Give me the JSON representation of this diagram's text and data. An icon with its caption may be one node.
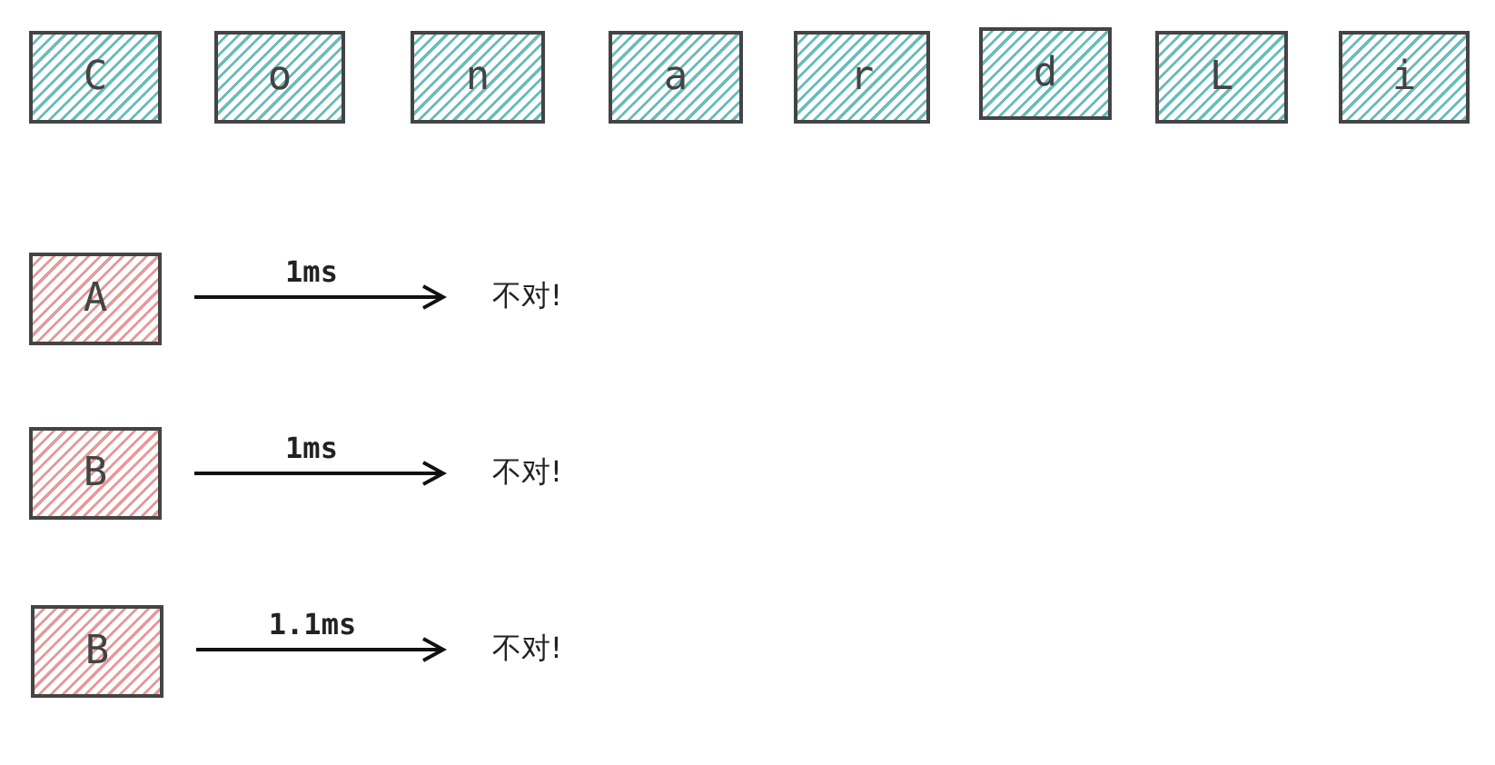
{
  "diagram": {
    "nodes": [
      {
        "text": [
          "C"
        ]
      },
      {
        "text": [
          "o"
        ]
      },
      {
        "text": [
          "n"
        ]
      },
      {
        "text": [
          "a"
        ]
      },
      {
        "text": [
          "r"
        ]
      },
      {
        "text": [
          "d"
        ]
      },
      {
        "text": [
          "L"
        ]
      },
      {
        "text": [
          "i"
        ]
      },
      {
        "text": [
          "A"
        ]
      },
      {
        "text": [
          "不对!"
        ]
      },
      {
        "text": [
          "B"
        ]
      },
      {
        "text": [
          "不对!"
        ]
      },
      {
        "text": [
          "B"
        ]
      },
      {
        "text": [
          "不对!"
        ]
      }
    ],
    "edges": [
      {
        "from": 8,
        "to": 9,
        "arrow": "to",
        "label": "1ms"
      },
      {
        "from": 10,
        "to": 11,
        "arrow": "to",
        "label": "1ms"
      },
      {
        "from": 12,
        "to": 13,
        "arrow": "to",
        "label": "1.1ms"
      }
    ]
  }
}
